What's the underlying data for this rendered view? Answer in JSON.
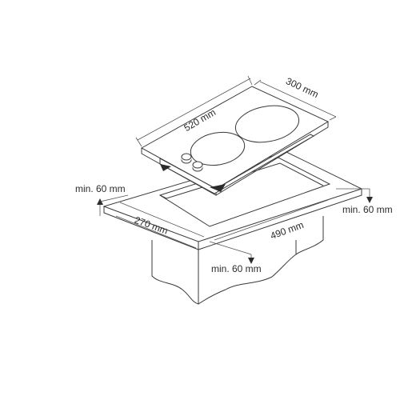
{
  "dimensions": {
    "hob_width": "520 mm",
    "hob_depth": "300 mm",
    "cutout_depth": "270 mm",
    "cutout_width": "490 mm",
    "clearance_left": "min. 60 mm",
    "clearance_right": "min. 60 mm",
    "clearance_front": "min. 60 mm"
  },
  "colors": {
    "line": "#3a3a3a",
    "text": "#2b2b2b",
    "background": "#ffffff"
  }
}
